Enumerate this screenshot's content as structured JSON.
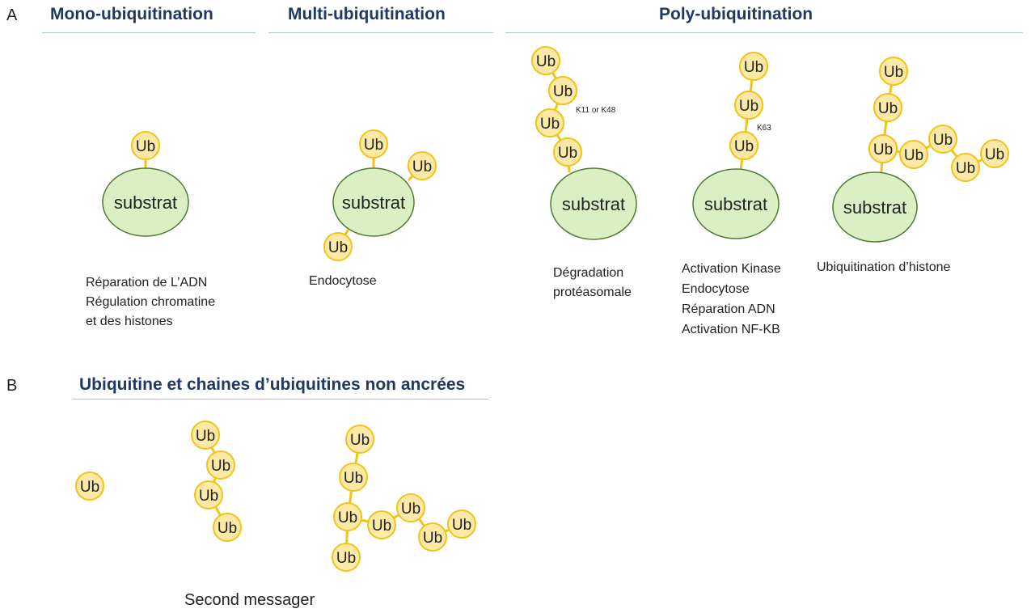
{
  "panels": {
    "a": {
      "letter": "A"
    },
    "b": {
      "letter": "B"
    }
  },
  "headings": {
    "mono": "Mono-ubiquitination",
    "multi": "Multi-ubiquitination",
    "poly": "Poly-ubiquitination",
    "free": "Ubiquitine et chaines d’ubiquitines non ancrées"
  },
  "labels": {
    "ub": "Ub",
    "substrat": "substrat",
    "k11_k48": "K11 or K48",
    "k63": "K63"
  },
  "descriptions": {
    "mono": [
      "Réparation de L’ADN",
      "Régulation chromatine",
      "et des histones"
    ],
    "multi": [
      "Endocytose"
    ],
    "poly_k48": [
      "Dégradation",
      "protéasomale"
    ],
    "poly_k63": [
      "Activation Kinase",
      "Endocytose",
      "Réparation ADN",
      "Activation NF-KB"
    ],
    "poly_branched": [
      "Ubiquitination d’histone"
    ],
    "free": "Second messager"
  },
  "colors": {
    "heading": "#1f3864",
    "rule": "#a8c4dc",
    "ub_fill": "#fde9a6",
    "ub_stroke": "#f2c318",
    "substrat_fill": "#dbefc4",
    "substrat_stroke": "#4f7a35"
  }
}
